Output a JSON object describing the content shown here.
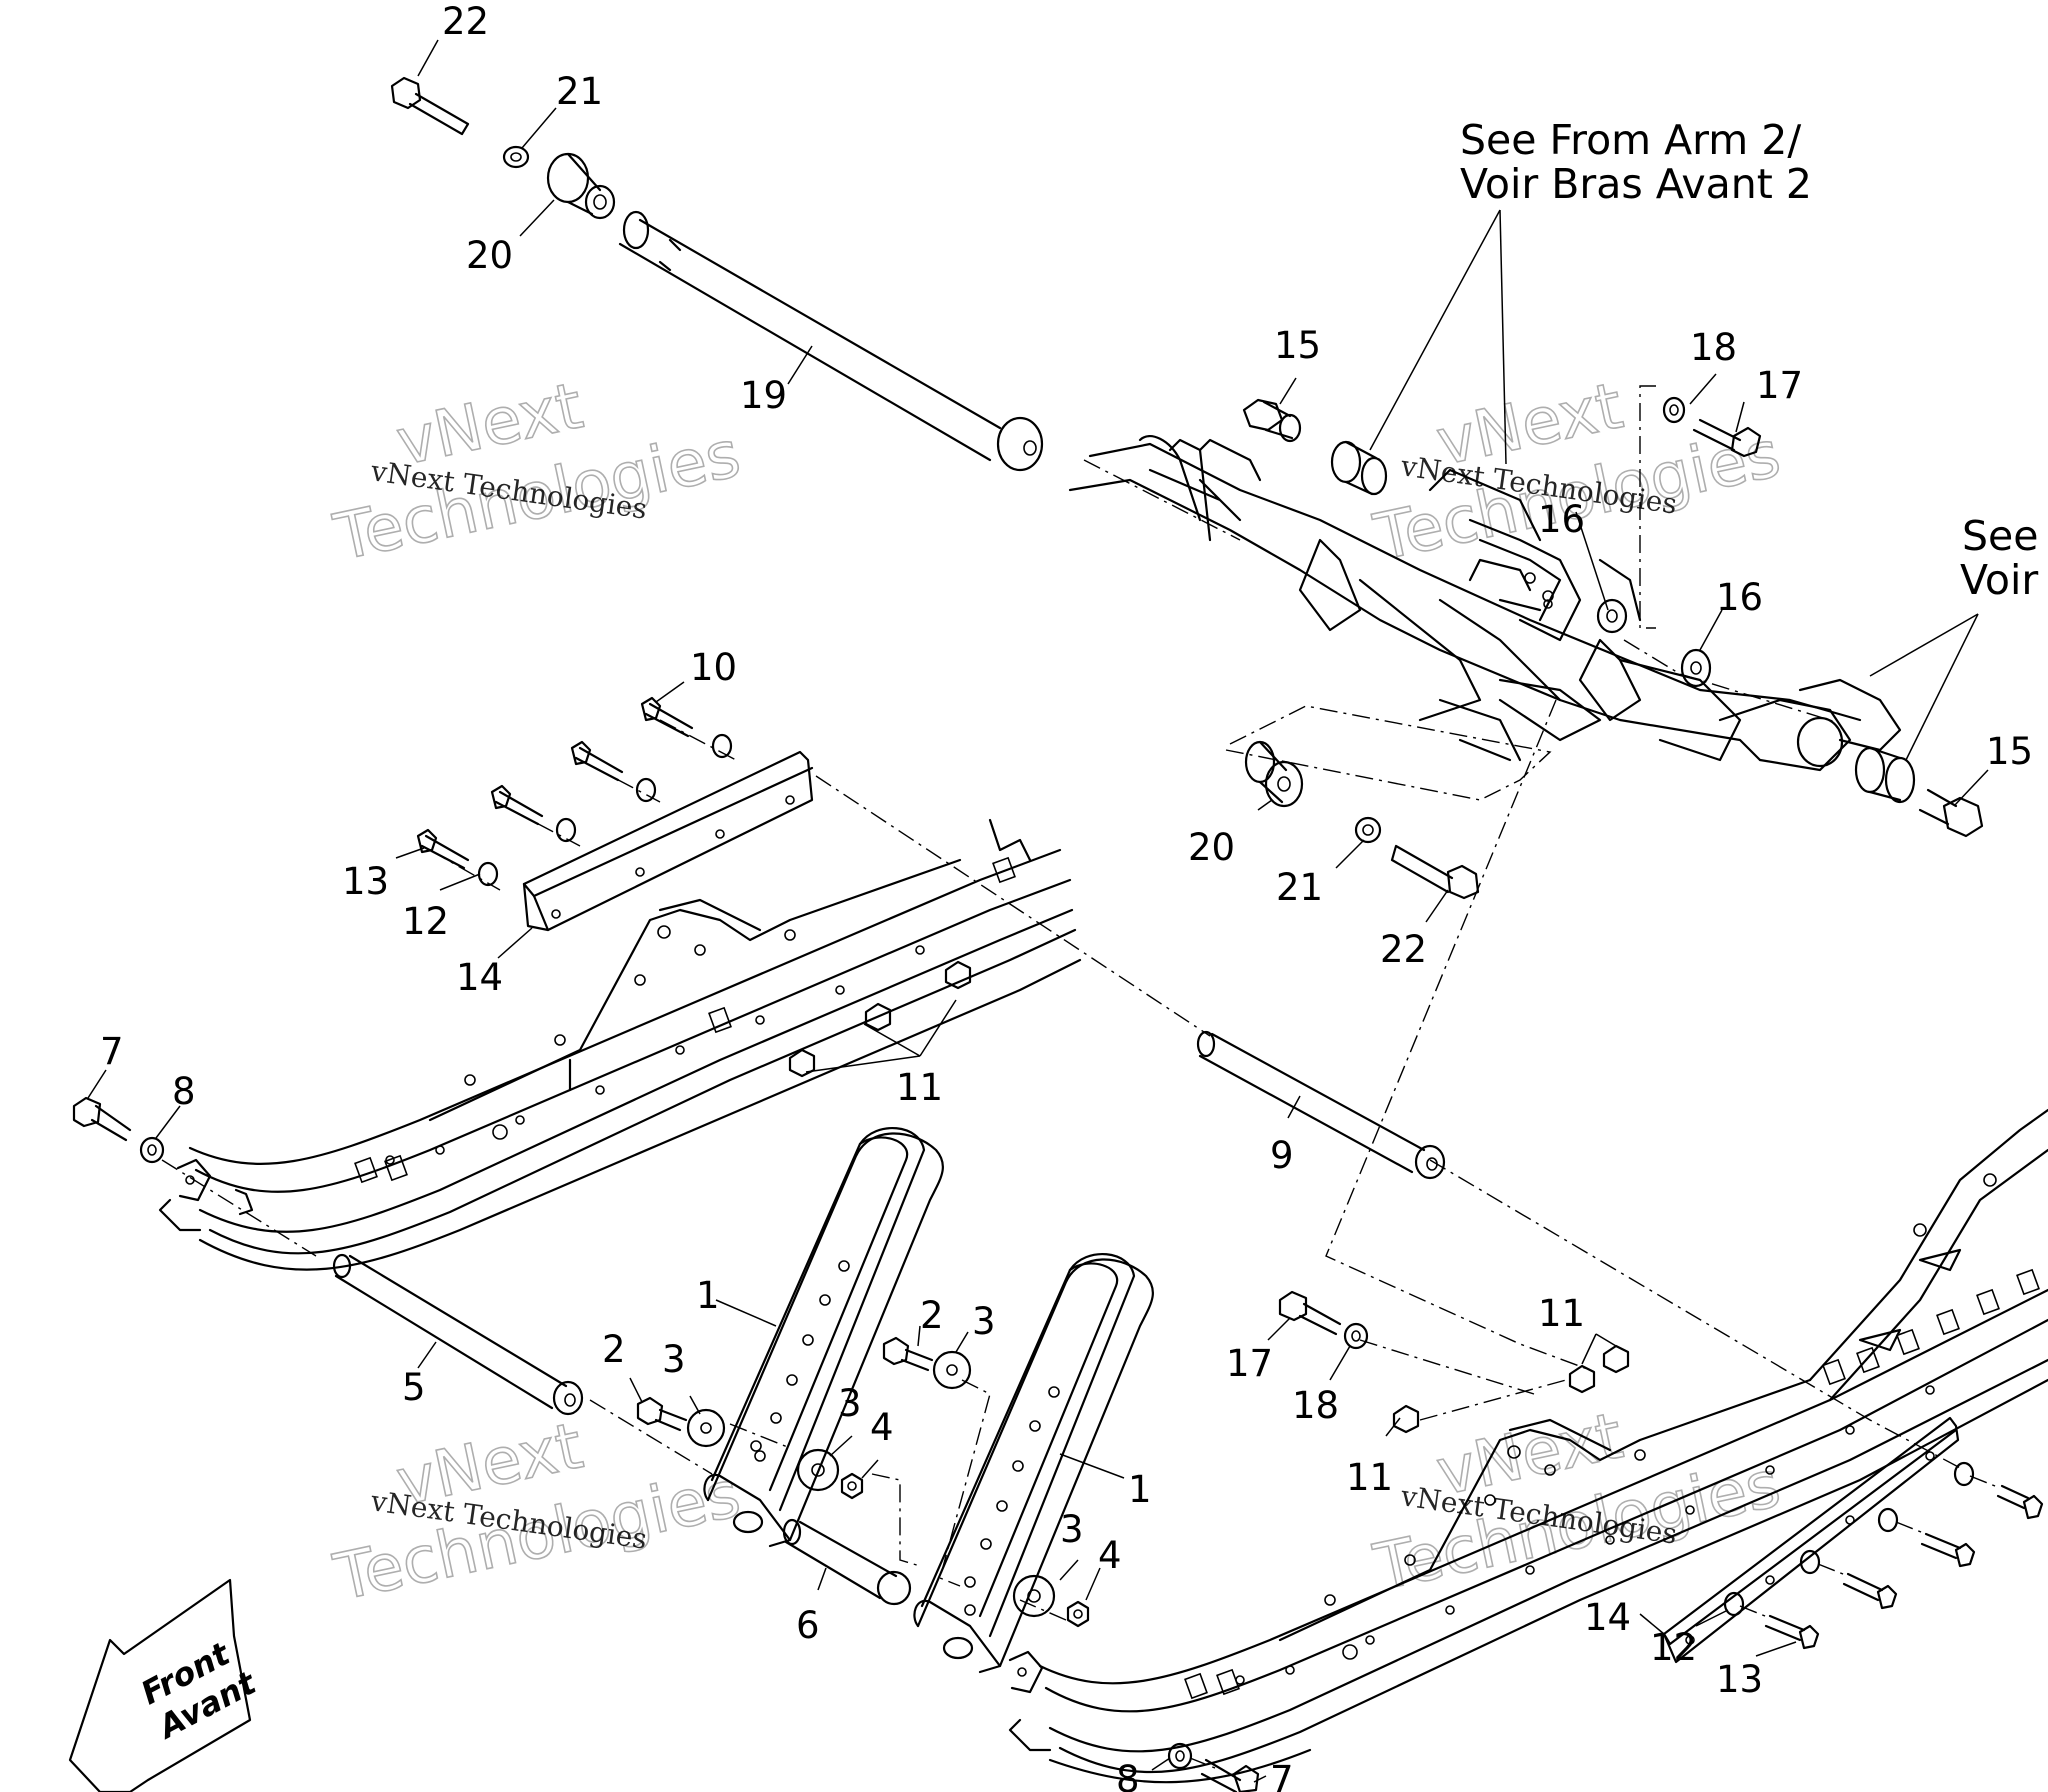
{
  "callouts": {
    "n1": "1",
    "n2": "2",
    "n3": "3",
    "n4": "4",
    "n5": "5",
    "n6": "6",
    "n7": "7",
    "n8": "8",
    "n9": "9",
    "n10": "10",
    "n11": "11",
    "n12": "12",
    "n13": "13",
    "n14": "14",
    "n15": "15",
    "n16": "16",
    "n17": "17",
    "n18": "18",
    "n19": "19",
    "n20": "20",
    "n21": "21",
    "n22": "22"
  },
  "notes": {
    "see_front_arm_line1": "See From Arm 2/",
    "see_front_arm_line2": "Voir Bras Avant 2",
    "see_right_line1": "See",
    "see_right_line2": "Voir"
  },
  "direction_arrow": {
    "line1": "Front",
    "line2": "Avant"
  },
  "watermark": {
    "small": "vNext Technologies",
    "big_line1": "vNext",
    "big_line2": "Technologies"
  }
}
